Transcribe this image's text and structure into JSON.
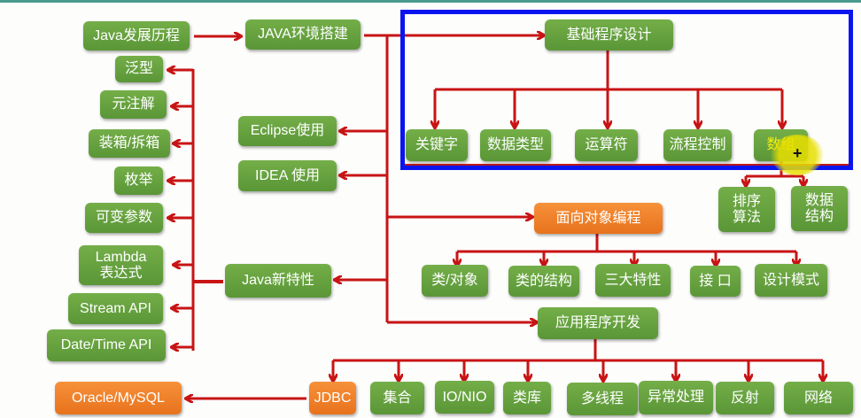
{
  "diagram": {
    "title": "Java learning roadmap",
    "colors": {
      "node_green": "#64a03c",
      "node_orange": "#f0801f",
      "arrow": "#c81414",
      "highlight_box": "#0a14ef"
    },
    "nodes": {
      "java_history": "Java发展历程",
      "java_env": "JAVA环境搭建",
      "eclipse": "Eclipse使用",
      "idea": "IDEA 使用",
      "java_new_features": "Java新特性",
      "generics": "泛型",
      "annotations": "元注解",
      "boxing": "装箱/拆箱",
      "enum": "枚举",
      "varargs": "可变参数",
      "lambda": "Lambda\n表达式",
      "stream_api": "Stream API",
      "datetime_api": "Date/Time API",
      "basic_programming": "基础程序设计",
      "keywords": "关键字",
      "data_types": "数据类型",
      "operators": "运算符",
      "flow_control": "流程控制",
      "arrays": "数组",
      "sorting": "排序\n算法",
      "data_structures": "数据\n结构",
      "oop": "面向对象编程",
      "class_object": "类/对象",
      "class_structure": "类的结构",
      "three_features": "三大特性",
      "interface": "接 口",
      "design_patterns": "设计模式",
      "app_dev": "应用程序开发",
      "jdbc": "JDBC",
      "oracle_mysql": "Oracle/MySQL",
      "collections": "集合",
      "io_nio": "IO/NIO",
      "class_library": "类库",
      "multithreading": "多线程",
      "exception_handling": "异常处理",
      "reflection": "反射",
      "networking": "网络"
    },
    "cursor": "+"
  }
}
